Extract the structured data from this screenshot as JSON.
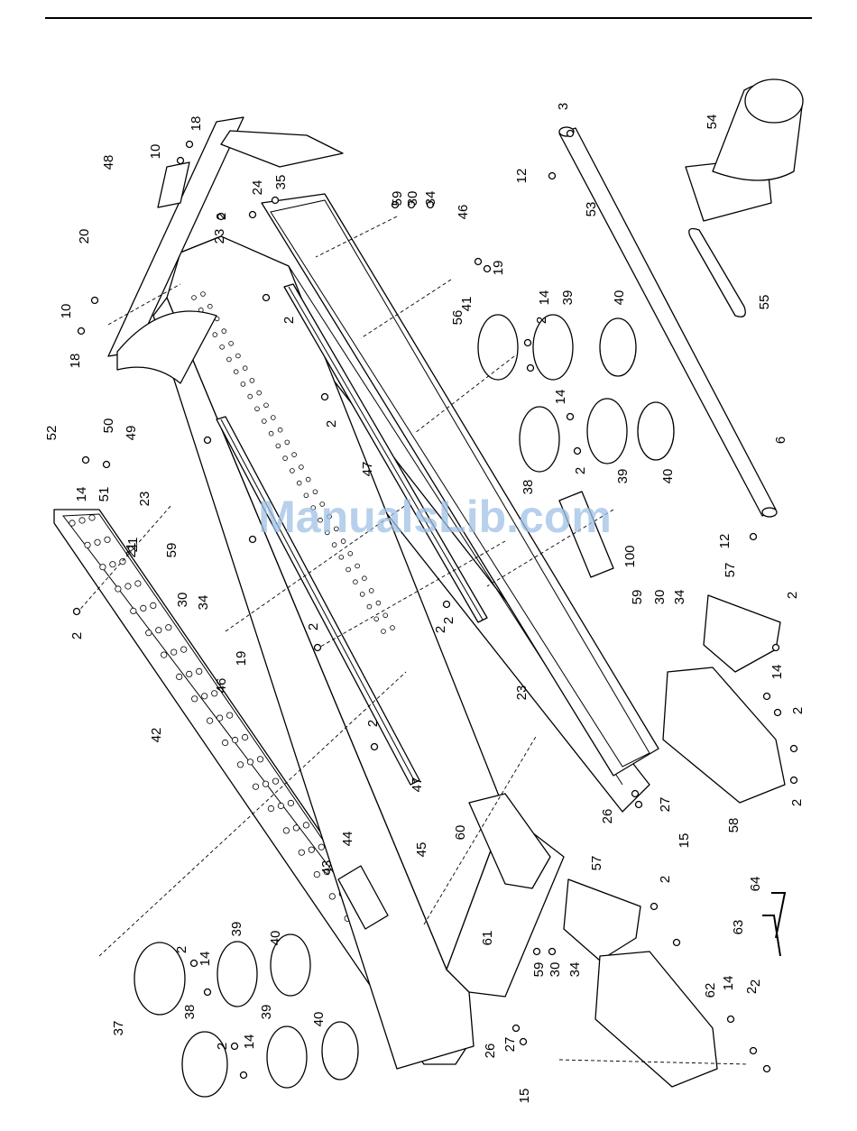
{
  "watermark": "ManualsLib.com",
  "callouts": [
    {
      "text": "18"
    },
    {
      "text": "10"
    },
    {
      "text": "48"
    },
    {
      "text": "20"
    },
    {
      "text": "10"
    },
    {
      "text": "18"
    },
    {
      "text": "52"
    },
    {
      "text": "50"
    },
    {
      "text": "49"
    },
    {
      "text": "14"
    },
    {
      "text": "51"
    },
    {
      "text": "23"
    },
    {
      "text": "21"
    },
    {
      "text": "59"
    },
    {
      "text": "30"
    },
    {
      "text": "34"
    },
    {
      "text": "2"
    },
    {
      "text": "42"
    },
    {
      "text": "46"
    },
    {
      "text": "19"
    },
    {
      "text": "2"
    },
    {
      "text": "2"
    },
    {
      "text": "47"
    },
    {
      "text": "44"
    },
    {
      "text": "43"
    },
    {
      "text": "45"
    },
    {
      "text": "60"
    },
    {
      "text": "23"
    },
    {
      "text": "61"
    },
    {
      "text": "59"
    },
    {
      "text": "30"
    },
    {
      "text": "34"
    },
    {
      "text": "26"
    },
    {
      "text": "27"
    },
    {
      "text": "15"
    },
    {
      "text": "37"
    },
    {
      "text": "2"
    },
    {
      "text": "14"
    },
    {
      "text": "39"
    },
    {
      "text": "40"
    },
    {
      "text": "38"
    },
    {
      "text": "2"
    },
    {
      "text": "14"
    },
    {
      "text": "39"
    },
    {
      "text": "40"
    },
    {
      "text": "21"
    },
    {
      "text": "24"
    },
    {
      "text": "35"
    },
    {
      "text": "2"
    },
    {
      "text": "23"
    },
    {
      "text": "2"
    },
    {
      "text": "59"
    },
    {
      "text": "30"
    },
    {
      "text": "34"
    },
    {
      "text": "46"
    },
    {
      "text": "19"
    },
    {
      "text": "56"
    },
    {
      "text": "41"
    },
    {
      "text": "14"
    },
    {
      "text": "2"
    },
    {
      "text": "39"
    },
    {
      "text": "40"
    },
    {
      "text": "14"
    },
    {
      "text": "38"
    },
    {
      "text": "2"
    },
    {
      "text": "39"
    },
    {
      "text": "40"
    },
    {
      "text": "2"
    },
    {
      "text": "47"
    },
    {
      "text": "2"
    },
    {
      "text": "2"
    },
    {
      "text": "100"
    },
    {
      "text": "3"
    },
    {
      "text": "12"
    },
    {
      "text": "53"
    },
    {
      "text": "54"
    },
    {
      "text": "55"
    },
    {
      "text": "6"
    },
    {
      "text": "12"
    },
    {
      "text": "57"
    },
    {
      "text": "2"
    },
    {
      "text": "59"
    },
    {
      "text": "30"
    },
    {
      "text": "34"
    },
    {
      "text": "14"
    },
    {
      "text": "2"
    },
    {
      "text": "2"
    },
    {
      "text": "58"
    },
    {
      "text": "26"
    },
    {
      "text": "27"
    },
    {
      "text": "15"
    },
    {
      "text": "57"
    },
    {
      "text": "2"
    },
    {
      "text": "64"
    },
    {
      "text": "63"
    },
    {
      "text": "62"
    },
    {
      "text": "14"
    },
    {
      "text": "2"
    },
    {
      "text": "2"
    }
  ]
}
